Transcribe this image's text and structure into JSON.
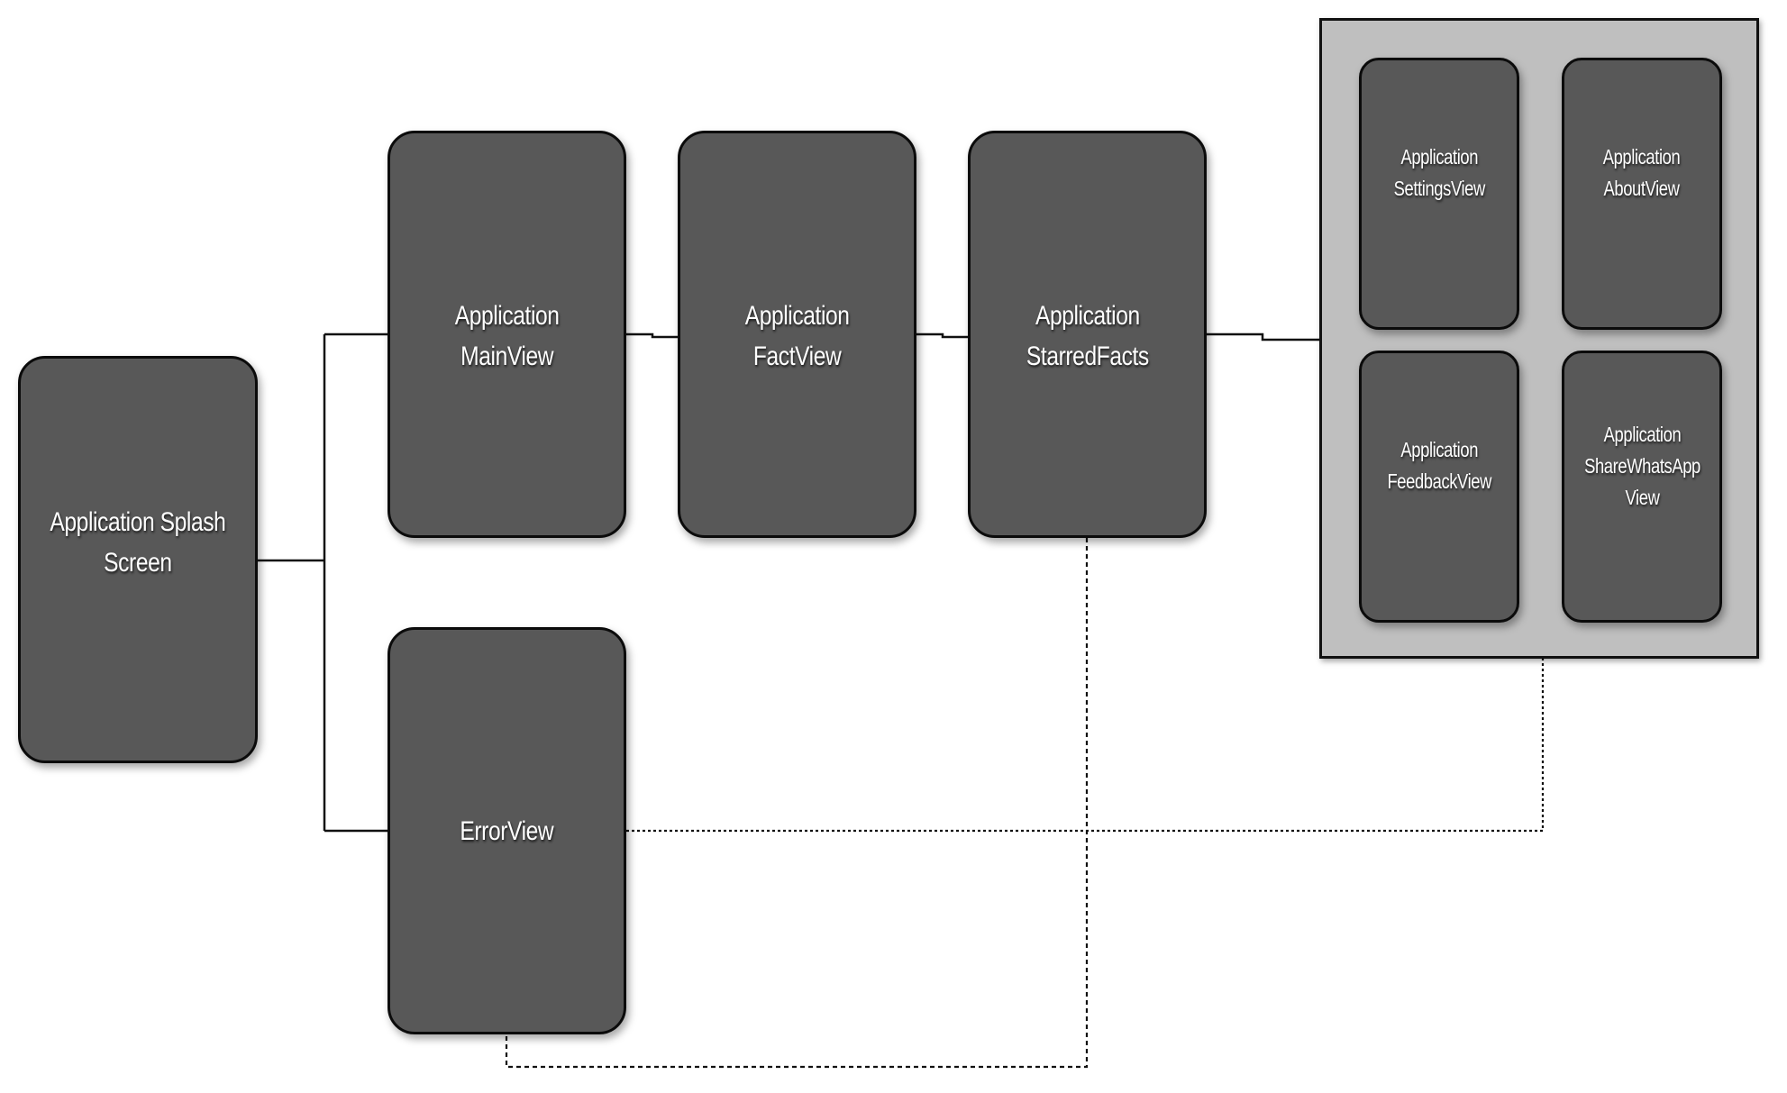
{
  "nodes": {
    "splash": {
      "line1": "Application Splash",
      "line2": "Screen"
    },
    "mainview": {
      "line1": "Application",
      "line2": "MainView"
    },
    "factview": {
      "line1": "Application",
      "line2": "FactView"
    },
    "starred": {
      "line1": "Application",
      "line2": "StarredFacts"
    },
    "errorview": {
      "line1": "ErrorView"
    }
  },
  "group": {
    "settings": {
      "line1": "Application",
      "line2": "SettingsView"
    },
    "about": {
      "line1": "Application",
      "line2": "AboutView"
    },
    "feedback": {
      "line1": "Application",
      "line2": "FeedbackView"
    },
    "share": {
      "line1": "Application",
      "line2": "ShareWhatsApp",
      "line3": "View"
    }
  },
  "colors": {
    "node_fill": "#585858",
    "node_border": "#0b0b0b",
    "group_fill": "#bfbfbf",
    "connector": "#111111"
  }
}
